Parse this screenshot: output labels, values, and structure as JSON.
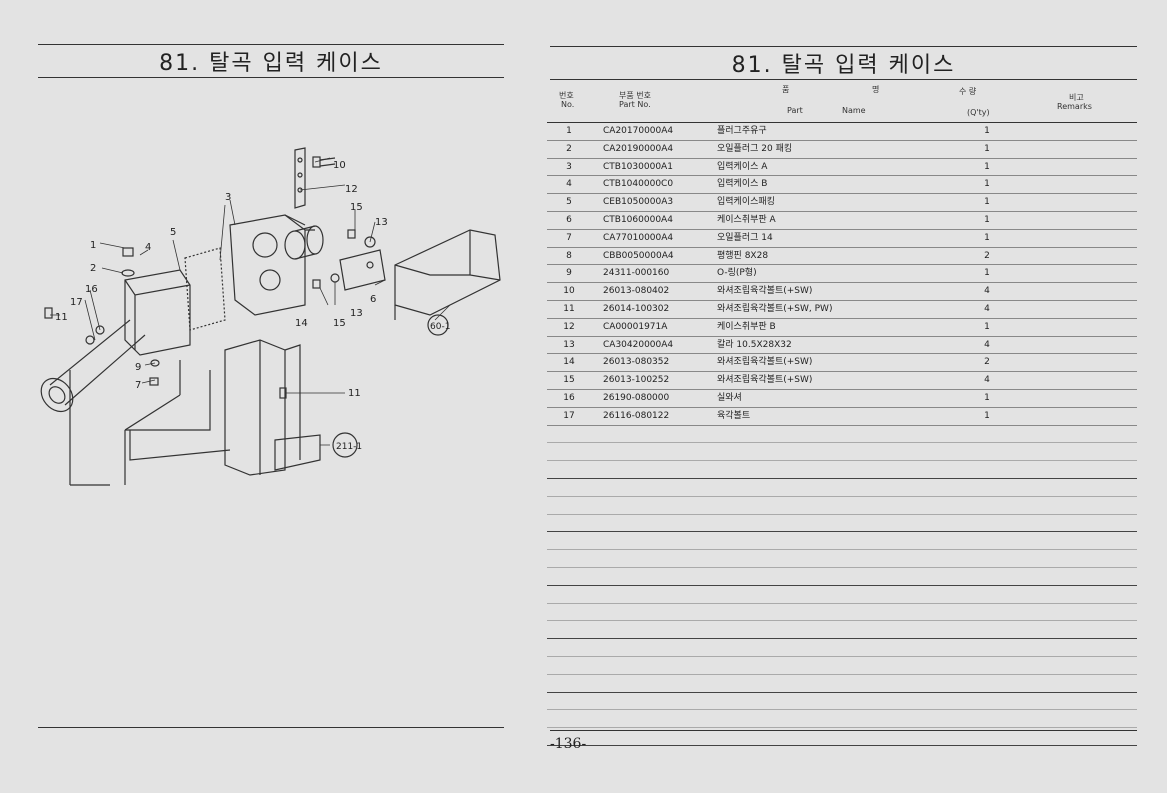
{
  "left": {
    "title": "81. 탈곡 입력 케이스"
  },
  "right": {
    "title": "81. 탈곡 입력 케이스",
    "page_number": "-136-"
  },
  "diagram": {
    "callouts": [
      "1",
      "2",
      "3",
      "4",
      "5",
      "6",
      "7",
      "9",
      "10",
      "11",
      "11",
      "12",
      "13",
      "13",
      "14",
      "15",
      "15",
      "16",
      "17"
    ],
    "refs": [
      "60-1",
      "211-1"
    ]
  },
  "table": {
    "headers": {
      "no_ko": "번호",
      "no_en": "No.",
      "part_ko": "부품 번호",
      "part_en": "Part No.",
      "name_ko1": "품",
      "name_ko2": "명",
      "name_en1": "Part",
      "name_en2": "Name",
      "qty_ko": "수 량",
      "qty_en": "(Q'ty)",
      "remarks_ko": "비고",
      "remarks_en": "Remarks"
    },
    "rows": [
      {
        "no": "1",
        "part": "CA20170000A4",
        "name": "플러그주유구",
        "qty": "1"
      },
      {
        "no": "2",
        "part": "CA20190000A4",
        "name": "오일플러그 20 패킹",
        "qty": "1"
      },
      {
        "no": "3",
        "part": "CTB1030000A1",
        "name": "입력케이스 A",
        "qty": "1"
      },
      {
        "no": "4",
        "part": "CTB1040000C0",
        "name": "입력케이스 B",
        "qty": "1"
      },
      {
        "no": "5",
        "part": "CEB1050000A3",
        "name": "입력케이스패킹",
        "qty": "1"
      },
      {
        "no": "6",
        "part": "CTB1060000A4",
        "name": "케이스취부판 A",
        "qty": "1"
      },
      {
        "no": "7",
        "part": "CA77010000A4",
        "name": "오일플러그 14",
        "qty": "1"
      },
      {
        "no": "8",
        "part": "CBB0050000A4",
        "name": "평행핀 8X28",
        "qty": "2"
      },
      {
        "no": "9",
        "part": "24311-000160",
        "name": "O-링(P형)",
        "qty": "1"
      },
      {
        "no": "10",
        "part": "26013-080402",
        "name": "와셔조립육각볼트(+SW)",
        "qty": "4"
      },
      {
        "no": "11",
        "part": "26014-100302",
        "name": "와셔조립육각볼트(+SW, PW)",
        "qty": "4"
      },
      {
        "no": "12",
        "part": "CA00001971A",
        "name": "케이스취부판 B",
        "qty": "1"
      },
      {
        "no": "13",
        "part": "CA30420000A4",
        "name": "칼라 10.5X28X32",
        "qty": "4"
      },
      {
        "no": "14",
        "part": "26013-080352",
        "name": "와셔조립육각볼트(+SW)",
        "qty": "2"
      },
      {
        "no": "15",
        "part": "26013-100252",
        "name": "와셔조립육각볼트(+SW)",
        "qty": "4"
      },
      {
        "no": "16",
        "part": "26190-080000",
        "name": "실와셔",
        "qty": "1"
      },
      {
        "no": "17",
        "part": "26116-080122",
        "name": "육각볼트",
        "qty": "1"
      }
    ]
  }
}
